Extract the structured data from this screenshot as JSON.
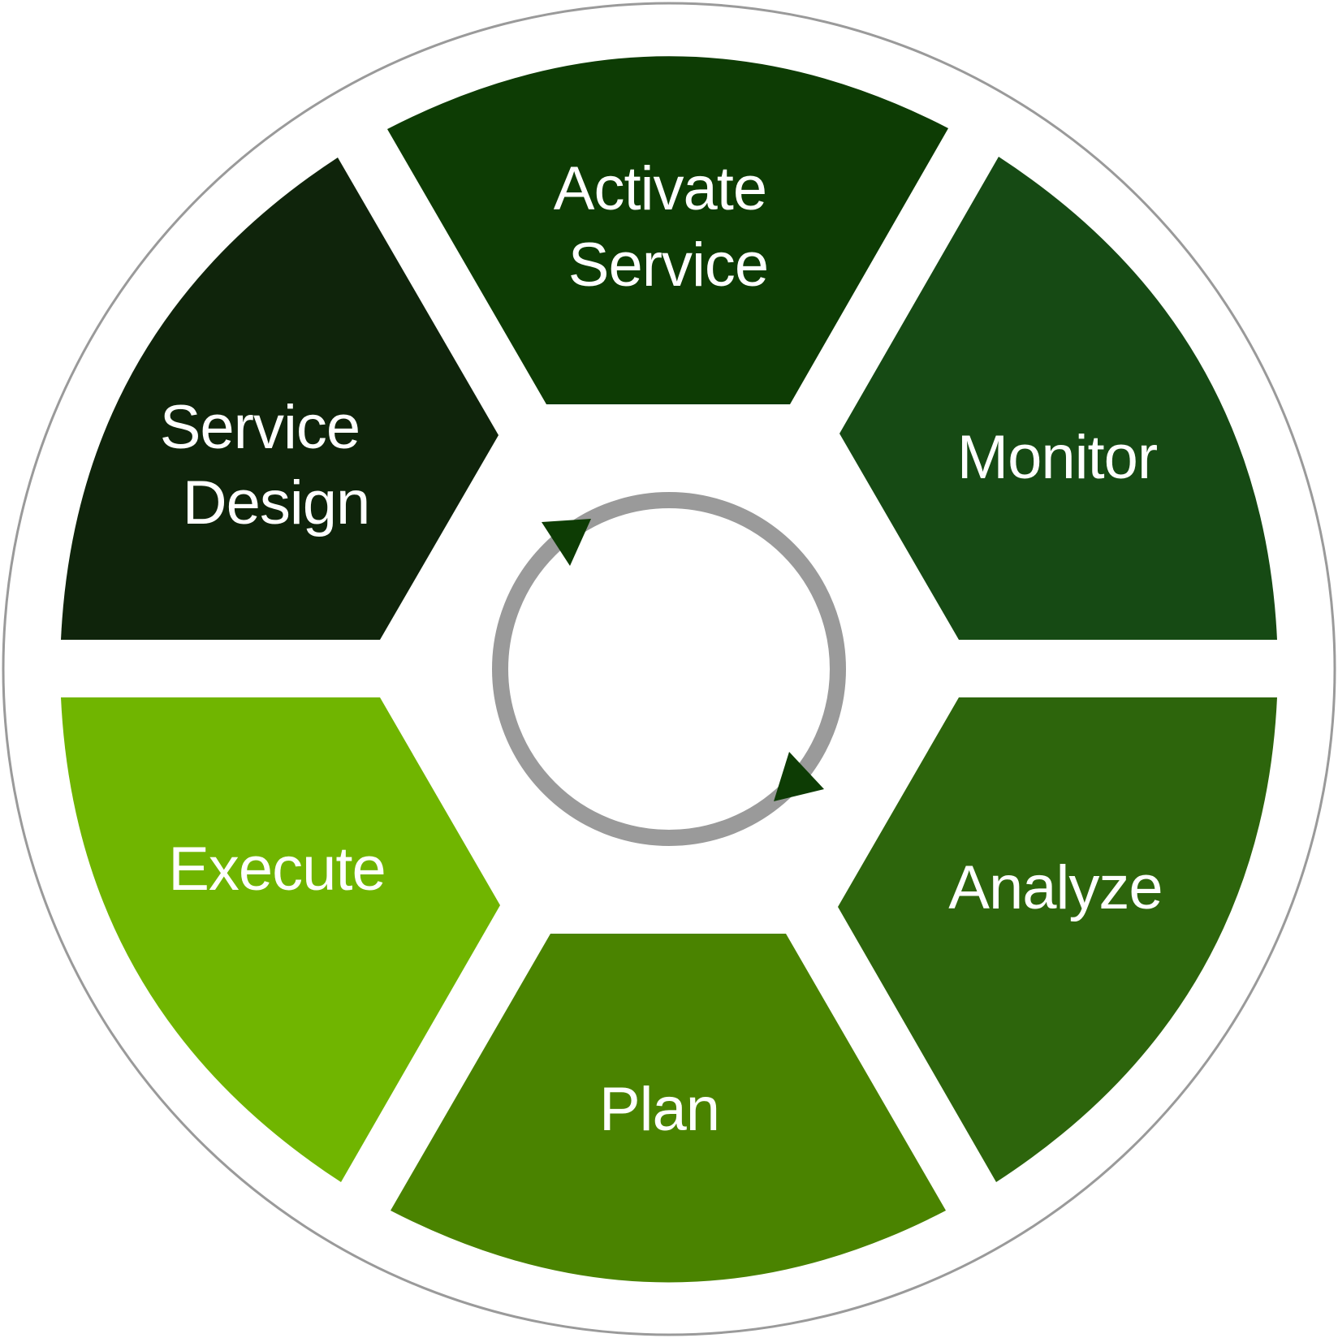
{
  "diagram": {
    "segments": [
      {
        "id": "activate-service",
        "lines": [
          "Activate",
          "Service"
        ],
        "color": "#0d3c04"
      },
      {
        "id": "monitor",
        "lines": [
          "Monitor"
        ],
        "color": "#164a14"
      },
      {
        "id": "analyze",
        "lines": [
          "Analyze"
        ],
        "color": "#2d650c"
      },
      {
        "id": "plan",
        "lines": [
          "Plan"
        ],
        "color": "#4a8300"
      },
      {
        "id": "execute",
        "lines": [
          "Execute"
        ],
        "color": "#70b500"
      },
      {
        "id": "service-design",
        "lines": [
          "Service",
          "Design"
        ],
        "color": "#0f240b"
      }
    ],
    "colors": {
      "outer_ring": "#9a9a9a",
      "cycle_ring": "#9a9a9a",
      "arrowhead": "#0d3c04",
      "background": "#ffffff"
    }
  }
}
